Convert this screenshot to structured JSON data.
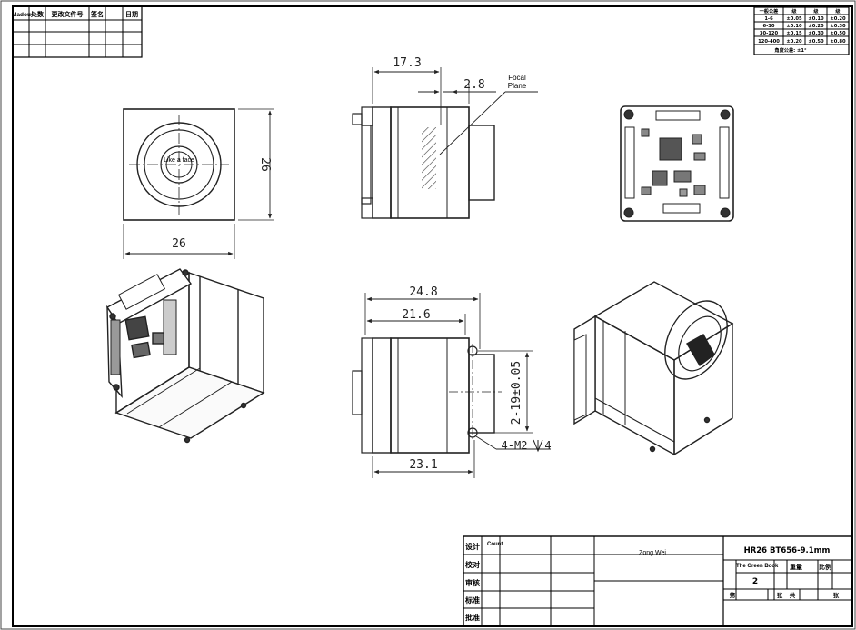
{
  "labels": {
    "focal_plane_line1": "Focal",
    "focal_plane_line2": "Plane",
    "lens_note": "Like a face",
    "hole_note": "4-M2",
    "hole_depth": "4"
  },
  "dimensions": {
    "front_width": "26",
    "front_height": "26",
    "side_length": "17.3",
    "focal_offset": "2.8",
    "bottom_overall": "24.8",
    "bottom_body": "21.6",
    "bottom_base": "23.1",
    "bolt_spacing": "2-19±0.05"
  },
  "top_left_table": {
    "first_cell": "Madou",
    "headers": [
      "处数",
      "更改文件号",
      "签名",
      "日期"
    ]
  },
  "top_right_table": {
    "rows": [
      [
        "一般公差",
        "级",
        "级",
        "级"
      ],
      [
        "1-6",
        "±0.05",
        "±0.10",
        "±0.20"
      ],
      [
        "6-30",
        "±0.10",
        "±0.20",
        "±0.30"
      ],
      [
        "30-120",
        "±0.15",
        "±0.30",
        "±0.50"
      ],
      [
        "120-400",
        "±0.20",
        "±0.50",
        "±0.80"
      ]
    ],
    "footer": "角度公差: ±1°"
  },
  "title_block": {
    "rows": [
      "设计",
      "校对",
      "审核",
      "标准",
      "批准"
    ],
    "count_label": "Count",
    "designer": "Zong Wei",
    "drawing_title": "HR26 BT656-9.1mm",
    "book": "The Green Book",
    "mini_headers": [
      "重量",
      "比例"
    ],
    "scale_value": "2",
    "bottom_labels": [
      "第",
      "张",
      "共",
      "张"
    ]
  }
}
